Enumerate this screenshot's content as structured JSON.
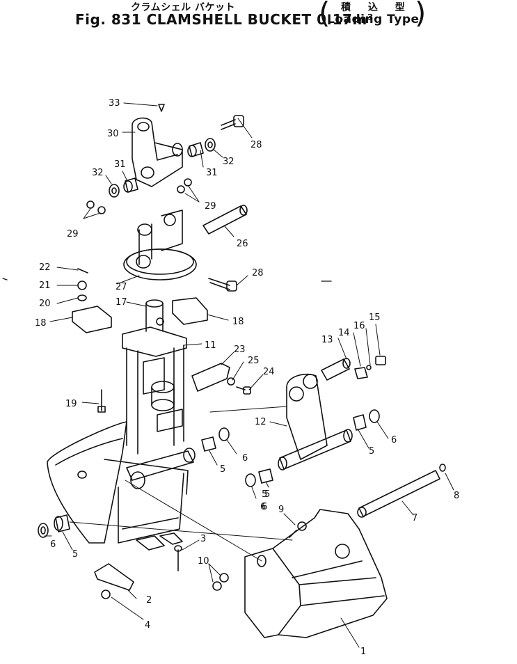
{
  "header": {
    "japanese_title": "クラムシェル バケット",
    "title": "Fig. 831 CLAMSHELL BUCKET 0.17m³",
    "type_japanese": "積 込 型",
    "type": "Loading Type"
  },
  "callouts": [
    "1",
    "2",
    "3",
    "4",
    "5",
    "5",
    "5",
    "5",
    "5",
    "6",
    "6",
    "6",
    "6",
    "6",
    "7",
    "8",
    "9",
    "10",
    "11",
    "12",
    "13",
    "14",
    "15",
    "16",
    "17",
    "18",
    "18",
    "19",
    "20",
    "21",
    "22",
    "23",
    "24",
    "25",
    "26",
    "27",
    "28",
    "28",
    "29",
    "29",
    "30",
    "31",
    "31",
    "32",
    "32",
    "33"
  ]
}
